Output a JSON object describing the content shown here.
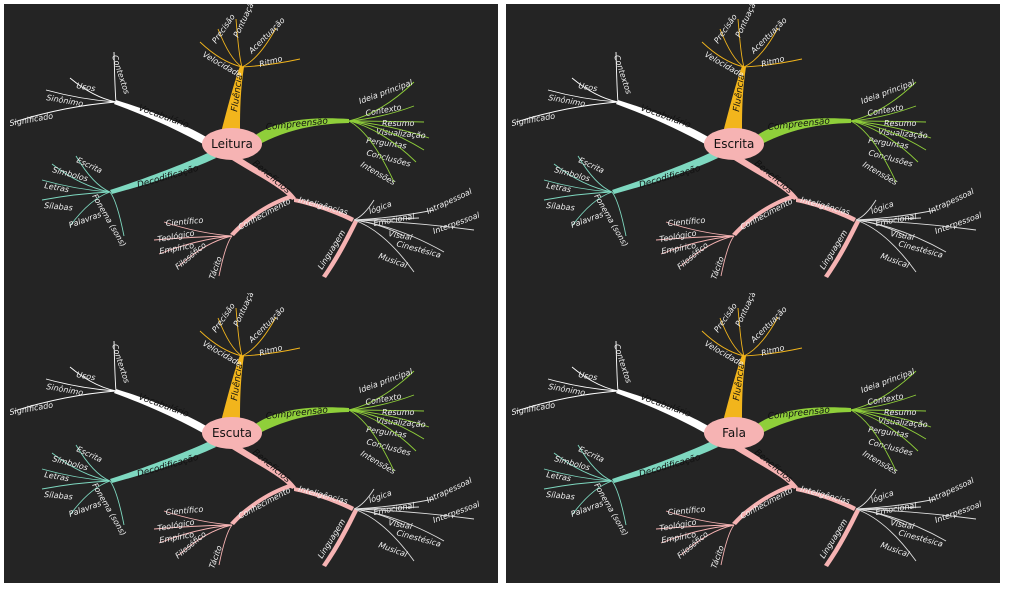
{
  "panels": [
    {
      "center": "Leitura"
    },
    {
      "center": "Escrita"
    },
    {
      "center": "Escuta"
    },
    {
      "center": "Fala"
    }
  ],
  "branches": {
    "fluencia": {
      "label": "Fluência",
      "color": "#f2b51c",
      "items": [
        "Velocidade",
        "Precisão",
        "Pontuação",
        "Acentuação",
        "Ritmo"
      ]
    },
    "compreensao": {
      "label": "Compreensão",
      "color": "#8fcf3a",
      "items": [
        "Ideia principal",
        "Contexto",
        "Resumo",
        "Visualização",
        "Perguntas",
        "Conclusões",
        "Intensões"
      ]
    },
    "vocabulario": {
      "label": "Vocabulário",
      "color": "#ffffff",
      "items": [
        "Contextos",
        "Usos",
        "Sinônimo",
        "Significado"
      ]
    },
    "decodificacao": {
      "label": "Decodificação",
      "color": "#7ed8c0",
      "items": [
        "Escrita",
        "Símbolos",
        "Letras",
        "Sílabas",
        "Palavras",
        "Fonema (sons)"
      ]
    },
    "beneficios": {
      "label": "Benefícios",
      "color": "#f6b3b3"
    },
    "conhecimento": {
      "label": "Conhecimento",
      "items": [
        "Científico",
        "Teológico",
        "Empírico",
        "Filosófico",
        "Tácito"
      ]
    },
    "inteligencias": {
      "label": "Inteligências",
      "items": [
        "lógica",
        "Intrapessoal",
        "Emocional",
        "Interpessoal",
        "Visual",
        "Cinestésica",
        "Musical"
      ]
    },
    "linguagem": {
      "label": "Linguagem"
    }
  },
  "colors": {
    "background": "#242424",
    "center": "#f6b3b3",
    "conhecimento_lines": "#f6b3b3",
    "comp_lines": "#8fcf3a",
    "dec_lines": "#7ed8c0"
  }
}
